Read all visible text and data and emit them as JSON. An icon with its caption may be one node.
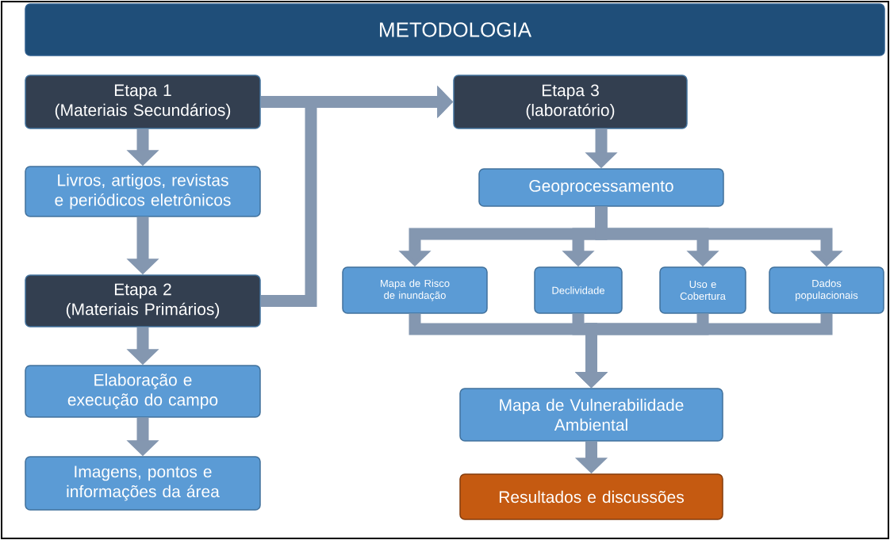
{
  "diagram": {
    "nodes": [
      {
        "text": [
          "METODOLOGIA"
        ]
      },
      {
        "text": [
          "Etapa 1",
          "(Materiais Secundários)"
        ]
      },
      {
        "text": [
          "Livros, artigos, revistas e periódicos eletrônicos"
        ]
      },
      {
        "text": [
          "Etapa 2",
          "(Materiais Primários)"
        ]
      },
      {
        "text": [
          "Elaboração e execução do campo"
        ]
      },
      {
        "text": [
          "Imagens, pontos e informações da área"
        ]
      },
      {
        "text": [
          "Etapa 3",
          "(laboratório)"
        ]
      },
      {
        "text": [
          "Geoprocessamento"
        ]
      },
      {
        "text": [
          "Mapa de Risco de inundação"
        ]
      },
      {
        "text": [
          "Declividade"
        ]
      },
      {
        "text": [
          "Uso e Cobertura"
        ]
      },
      {
        "text": [
          "Dados populacionais"
        ]
      },
      {
        "text": [
          "Mapa de Vulnerabilidade Ambiental"
        ]
      },
      {
        "text": [
          "Resultados e discussões"
        ]
      }
    ],
    "edges": [
      {
        "from": 1,
        "to": 2,
        "arrow": "to"
      },
      {
        "from": 2,
        "to": 3,
        "arrow": "to"
      },
      {
        "from": 3,
        "to": 4,
        "arrow": "to"
      },
      {
        "from": 4,
        "to": 5,
        "arrow": "to"
      },
      {
        "from": 1,
        "to": 6,
        "arrow": "to"
      },
      {
        "from": 3,
        "to": 6,
        "arrow": "to"
      },
      {
        "from": 6,
        "to": 7,
        "arrow": "to"
      },
      {
        "from": 7,
        "to": 8,
        "arrow": "to"
      },
      {
        "from": 7,
        "to": 9,
        "arrow": "to"
      },
      {
        "from": 7,
        "to": 10,
        "arrow": "to"
      },
      {
        "from": 7,
        "to": 11,
        "arrow": "to"
      },
      {
        "from": 8,
        "to": 12,
        "arrow": "to"
      },
      {
        "from": 9,
        "to": 12,
        "arrow": "to"
      },
      {
        "from": 10,
        "to": 12,
        "arrow": "to"
      },
      {
        "from": 11,
        "to": 12,
        "arrow": "to"
      },
      {
        "from": 12,
        "to": 13,
        "arrow": "to"
      }
    ]
  }
}
